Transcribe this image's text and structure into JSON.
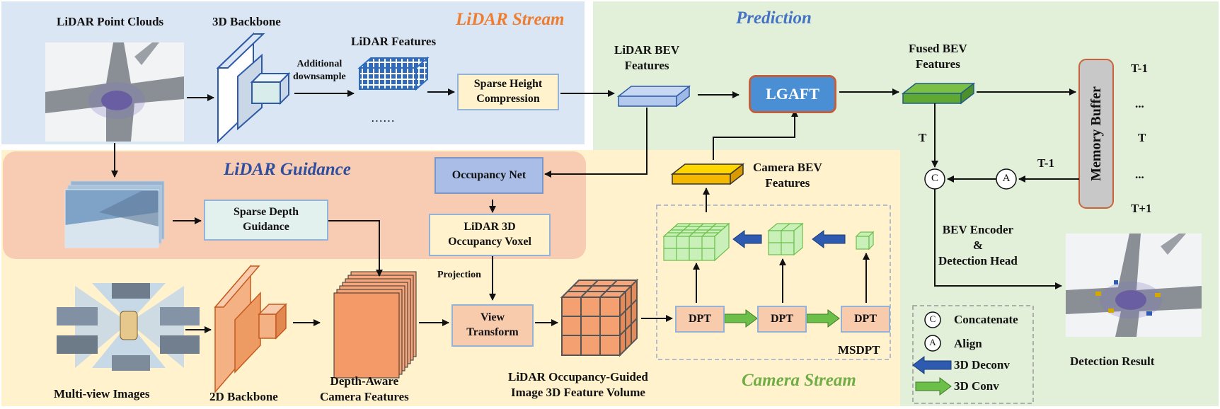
{
  "streams": {
    "lidar_stream": "LiDAR Stream",
    "prediction": "Prediction",
    "lidar_guidance": "LiDAR Guidance",
    "camera_stream": "Camera Stream"
  },
  "lidar": {
    "point_clouds": "LiDAR Point Clouds",
    "backbone": "3D Backbone",
    "downsample": "Additional\ndownsample",
    "features": "LiDAR Features",
    "ellipsis": "……",
    "sparse_height": "Sparse Height\nCompression",
    "bev_features": "LiDAR BEV\nFeatures"
  },
  "guidance": {
    "occupancy_net": "Occupancy Net",
    "sparse_depth": "Sparse Depth\nGuidance",
    "occupancy_voxel": "LiDAR 3D\nOccupancy Voxel",
    "projection": "Projection"
  },
  "camera": {
    "multiview": "Multi-view Images",
    "backbone_2d": "2D Backbone",
    "depth_aware": "Depth-Aware\nCamera Features",
    "view_transform": "View\nTransform",
    "feature_volume": "LiDAR Occupancy-Guided\nImage 3D Feature Volume",
    "dpt": "DPT",
    "msdpt": "MSDPT",
    "camera_bev": "Camera BEV\nFeatures"
  },
  "prediction": {
    "lgaft": "LGAFT",
    "fused_bev": "Fused BEV\nFeatures",
    "memory_buffer": "Memory Buffer",
    "t_minus_1_top": "T-1",
    "dots_top": "...",
    "t_mid": "T",
    "dots_bottom": "...",
    "t_plus_1": "T+1",
    "t_arrow": "T",
    "t_minus_1_arrow": "T-1",
    "concat_symbol": "C",
    "align_symbol": "A",
    "bev_encoder": "BEV Encoder\n&\nDetection Head",
    "detection_result": "Detection Result"
  },
  "legend": {
    "concatenate": "Concatenate",
    "align": "Align",
    "deconv": "3D Deconv",
    "conv": "3D Conv",
    "c_symbol": "C",
    "a_symbol": "A"
  },
  "colors": {
    "lidar_bg": "#dbe6f4",
    "prediction_bg": "#e2efd9",
    "guidance_bg": "#f8ccb2",
    "camera_bg": "#fff2cc",
    "lidar_title": "#ed7d31",
    "blue_title": "#4472c4",
    "camera_title": "#70ad47",
    "lgaft": "#4a8fd4"
  }
}
